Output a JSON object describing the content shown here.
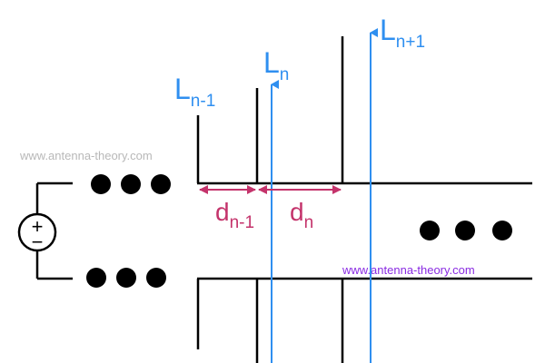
{
  "labels": {
    "l_prev": {
      "main": "L",
      "sub": "n-1"
    },
    "l_curr": {
      "main": "L",
      "sub": "n"
    },
    "l_next": {
      "main": "L",
      "sub": "n+1"
    },
    "d_prev": {
      "main": "d",
      "sub": "n-1"
    },
    "d_curr": {
      "main": "d",
      "sub": "n"
    }
  },
  "source_symbol": {
    "plus": "+",
    "minus": "−"
  },
  "watermarks": {
    "left": "www.antenna-theory.com",
    "right": "www.antenna-theory.com"
  },
  "colors": {
    "line": "#000000",
    "blue": "#2f8ff0",
    "pink": "#c4336b",
    "watermark_gray": "#b8b8b8",
    "watermark_purple": "#8a2be2"
  }
}
